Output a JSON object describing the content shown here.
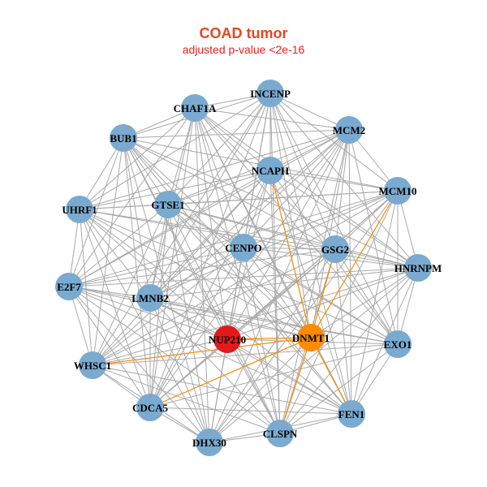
{
  "header": {
    "title": "COAD tumor",
    "subtitle": "adjusted p-value <2e-16"
  },
  "colors": {
    "title": "#e8461e",
    "subtitle": "#e8201e",
    "node_default": "#7aaad0",
    "node_highlight_primary": "#e31a1c",
    "node_highlight_secondary": "#ff8c00",
    "edge": "#a9a9a9",
    "edge_highlight": "#ff8c00"
  },
  "network": {
    "nodes": [
      {
        "id": "INCENP",
        "color": "default"
      },
      {
        "id": "CHAF1A",
        "color": "default"
      },
      {
        "id": "MCM2",
        "color": "default"
      },
      {
        "id": "BUB1",
        "color": "default"
      },
      {
        "id": "NCAPH",
        "color": "default"
      },
      {
        "id": "MCM10",
        "color": "default"
      },
      {
        "id": "UHRF1",
        "color": "default"
      },
      {
        "id": "GTSE1",
        "color": "default"
      },
      {
        "id": "CENPO",
        "color": "default"
      },
      {
        "id": "GSG2",
        "color": "default"
      },
      {
        "id": "HNRNPM",
        "color": "default"
      },
      {
        "id": "E2F7",
        "color": "default"
      },
      {
        "id": "LMNB2",
        "color": "default"
      },
      {
        "id": "NUP210",
        "color": "primary"
      },
      {
        "id": "DNMT1",
        "color": "secondary"
      },
      {
        "id": "EXO1",
        "color": "default"
      },
      {
        "id": "WHSC1",
        "color": "default"
      },
      {
        "id": "CDCA5",
        "color": "default"
      },
      {
        "id": "FEN1",
        "color": "default"
      },
      {
        "id": "CLSPN",
        "color": "default"
      },
      {
        "id": "DHX30",
        "color": "default"
      }
    ]
  }
}
